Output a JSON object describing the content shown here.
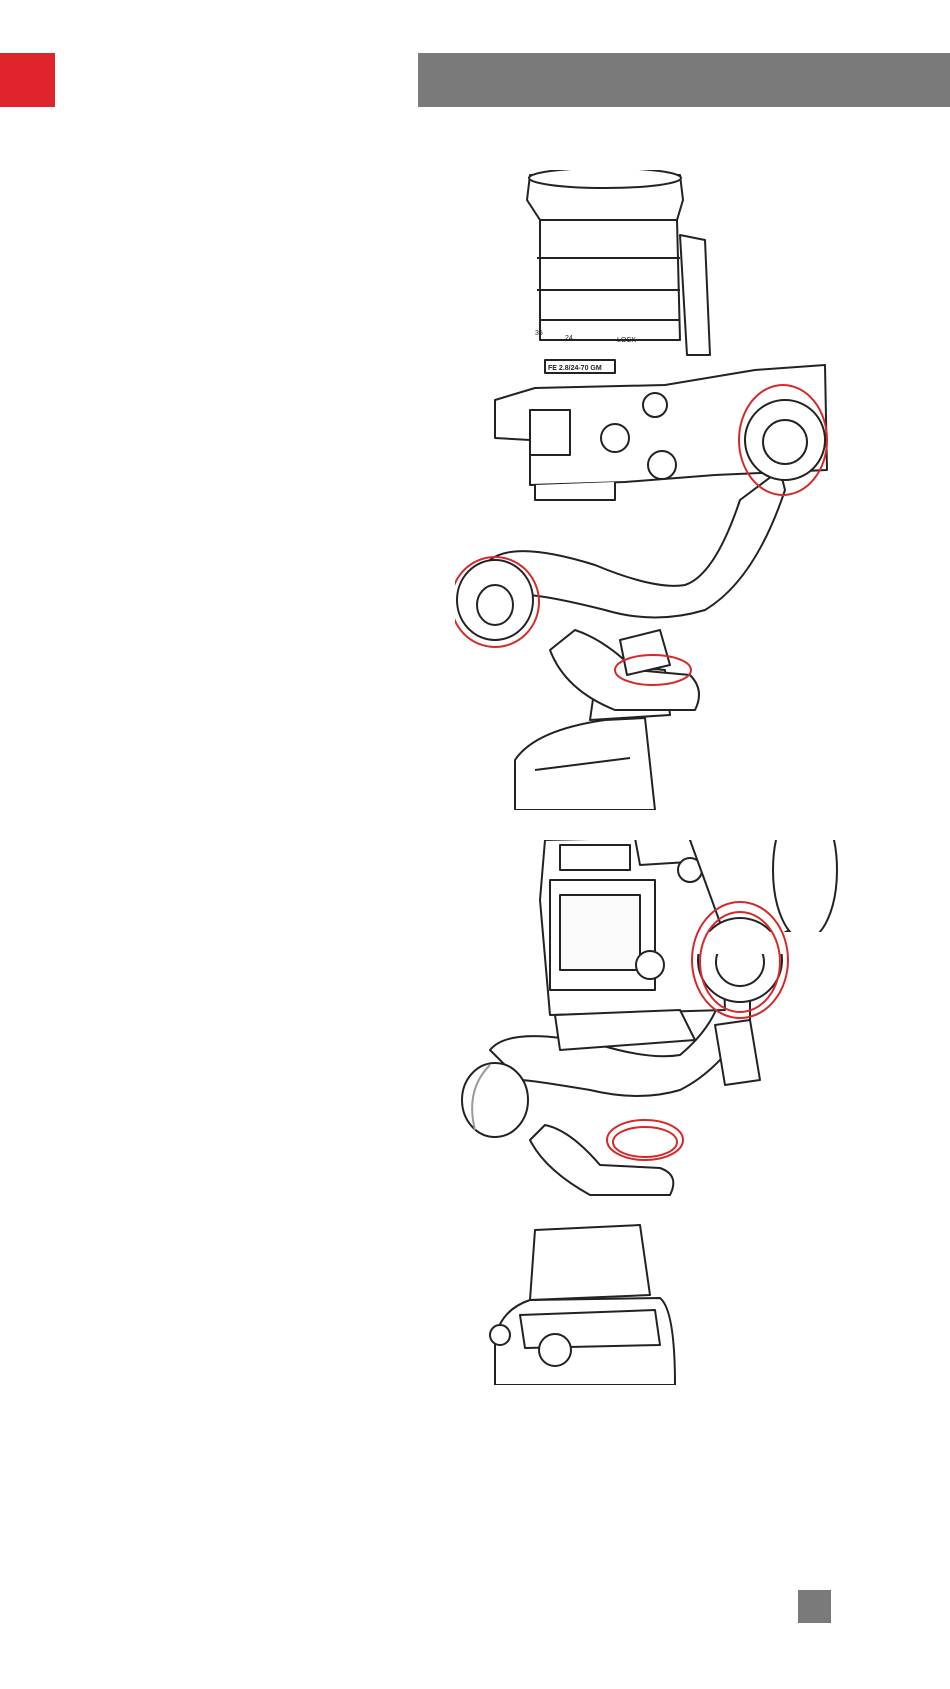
{
  "header": {
    "accent_color": "#e0242b",
    "bar_color": "#7a7a7a"
  },
  "figure_top": {
    "lens_text": "FE 2.8/24-70 GM",
    "lens_marks": [
      "35",
      "24"
    ],
    "lens_lock_text": "LOCK",
    "highlight_color": "#d42a2a",
    "line_color": "#222222"
  },
  "figure_bottom": {
    "highlight_color": "#d42a2a",
    "muted_ring_color": "#9a9a9a",
    "line_color": "#222222"
  },
  "footer": {
    "page_marker_color": "#7a7a7a"
  }
}
